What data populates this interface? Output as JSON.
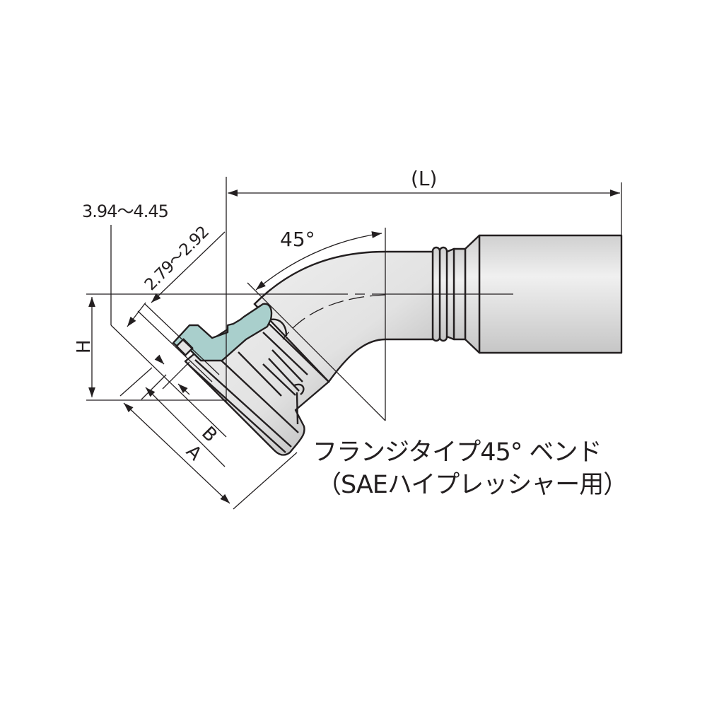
{
  "title": {
    "line1": "フランジタイプ45° ベンド",
    "line2": "（SAEハイプレッシャー用）"
  },
  "dimensions": {
    "length_label": "(L)",
    "angle_label": "45°",
    "flange_thickness_range": "3.94～4.45",
    "groove_width_range": "2.79～2.92",
    "height_label": "H",
    "a_label": "A",
    "b_label": "B"
  },
  "colors": {
    "line": "#231f20",
    "body_light": "#efefef",
    "body_mid": "#d9d9d9",
    "body_dark": "#bdbdbd",
    "seal_teal": "#a9cfcc"
  }
}
